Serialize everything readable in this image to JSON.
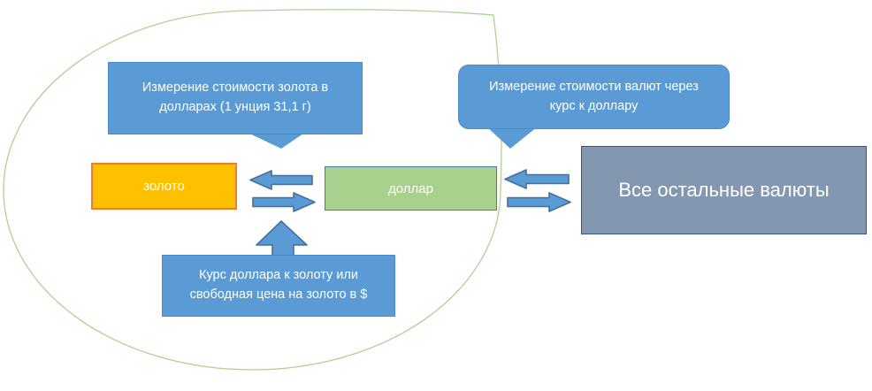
{
  "diagram": {
    "callouts": {
      "gold_measure": {
        "line1": "Измерение стоимости золота в",
        "line2": "долларах  (1 унция 31,1 г)"
      },
      "currency_measure": {
        "line1": "Измерение стоимости валют через",
        "line2": "курс к доллару"
      },
      "gold_rate": {
        "line1": "Курс доллара к золоту или",
        "line2": "свободная цена на золото  в $"
      }
    },
    "nodes": {
      "gold": {
        "label": "золото"
      },
      "dollar": {
        "label": "доллар"
      },
      "other_currencies": {
        "label": "Все остальные валюты"
      }
    }
  },
  "colors": {
    "accent_blue": "#5b9bd5",
    "accent_blue_border": "#41719c",
    "gold_fill": "#ffc000",
    "gold_border": "#ed7d31",
    "green_fill": "#a9d18e",
    "green_border": "#4579ab",
    "gray_fill": "#8497b0",
    "gray_border": "#35548a",
    "teardrop_stroke": "#aed194",
    "text_white": "#ffffff"
  }
}
